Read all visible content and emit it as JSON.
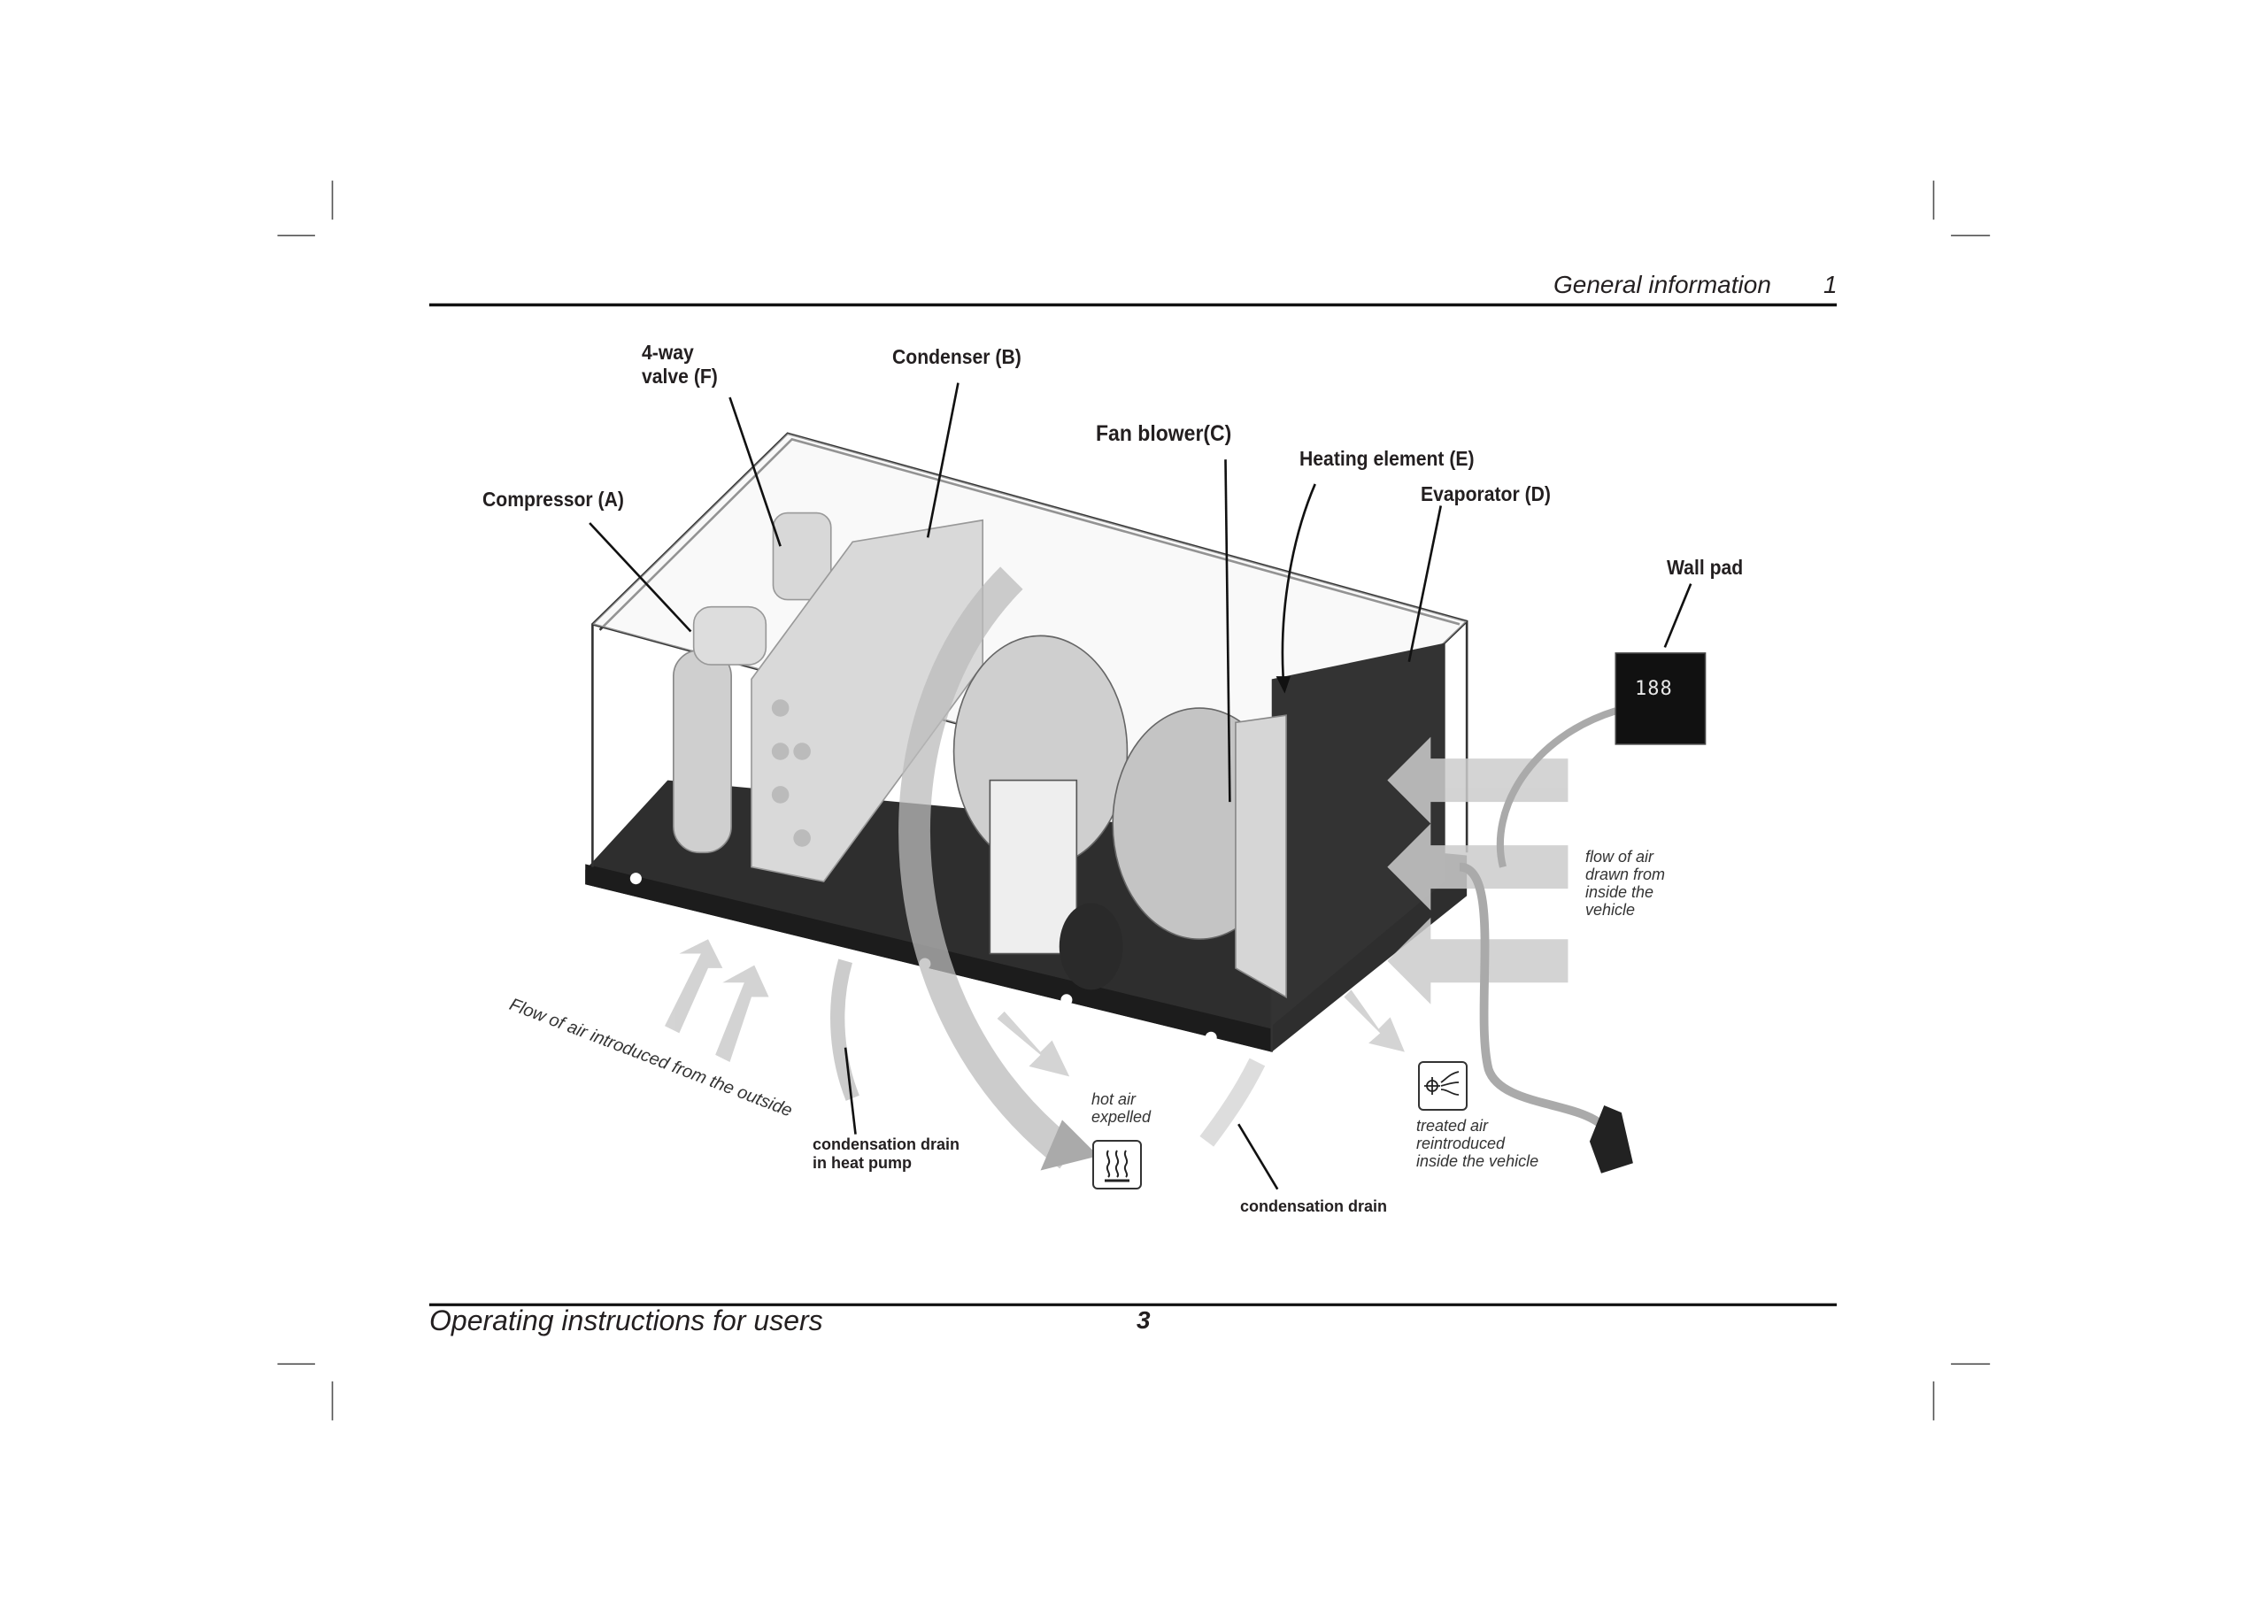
{
  "header": {
    "section_title": "General information",
    "chapter_number": "1"
  },
  "footer": {
    "document_title": "Operating instructions for users",
    "page_number": "3"
  },
  "labels": {
    "four_way_valve": [
      "4-way",
      "valve (F)"
    ],
    "condenser": "Condenser (B)",
    "fan_blower": "Fan blower(C)",
    "heating_element": "Heating element (E)",
    "evaporator": "Evaporator (D)",
    "compressor": "Compressor (A)",
    "wall_pad": "Wall pad"
  },
  "annotations": {
    "flow_inside": [
      "flow of air",
      "drawn from",
      "inside the",
      "vehicle"
    ],
    "flow_outside": "Flow of air introduced from the outside",
    "drain_heat_pump": [
      "condensation drain",
      "in heat pump"
    ],
    "hot_air": [
      "hot air",
      "expelled"
    ],
    "treated_air": [
      "treated air",
      "reintroduced",
      "inside the vehicle"
    ],
    "drain": "condensation drain"
  },
  "wall_pad_display": "188",
  "icons": {
    "hot_air": "heat-waves-icon",
    "treated_air": "snowflake-air-icon"
  }
}
